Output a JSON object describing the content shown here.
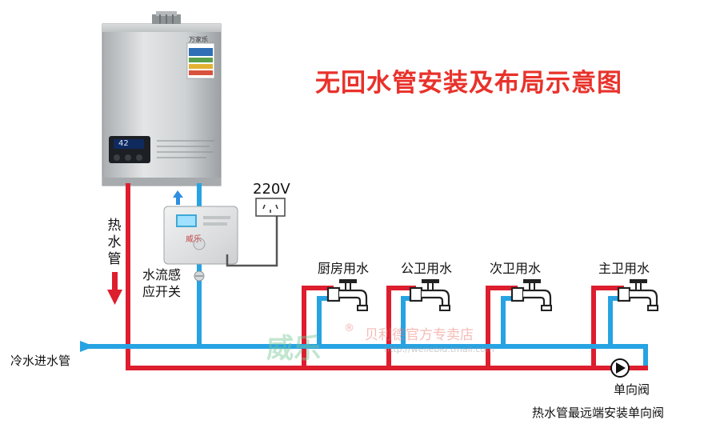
{
  "title": "无回水管安装及布局示意图",
  "voltage_label": "220V",
  "hot_pipe_label": "热水管",
  "flow_switch_label_line1": "水流感",
  "flow_switch_label_line2": "应开关",
  "cold_inlet_label": "冷水进水管",
  "fixtures": [
    {
      "label": "厨房用水"
    },
    {
      "label": "公卫用水"
    },
    {
      "label": "次卫用水"
    },
    {
      "label": "主卫用水"
    }
  ],
  "check_valve_label": "单向阀",
  "footnote": "热水管最远端安装单向阀",
  "heater_brand": "万家乐",
  "heater_display": "42",
  "pump_brand": "威乐",
  "watermark": {
    "brand": "威乐",
    "store": "贝利德官方专卖店",
    "url": "http://weilebld.tmall.com"
  },
  "colors": {
    "hot_pipe": "#dd1e2f",
    "cold_pipe": "#27a3e3",
    "title": "#e8322b",
    "heater_body": "#c9cbcc"
  }
}
